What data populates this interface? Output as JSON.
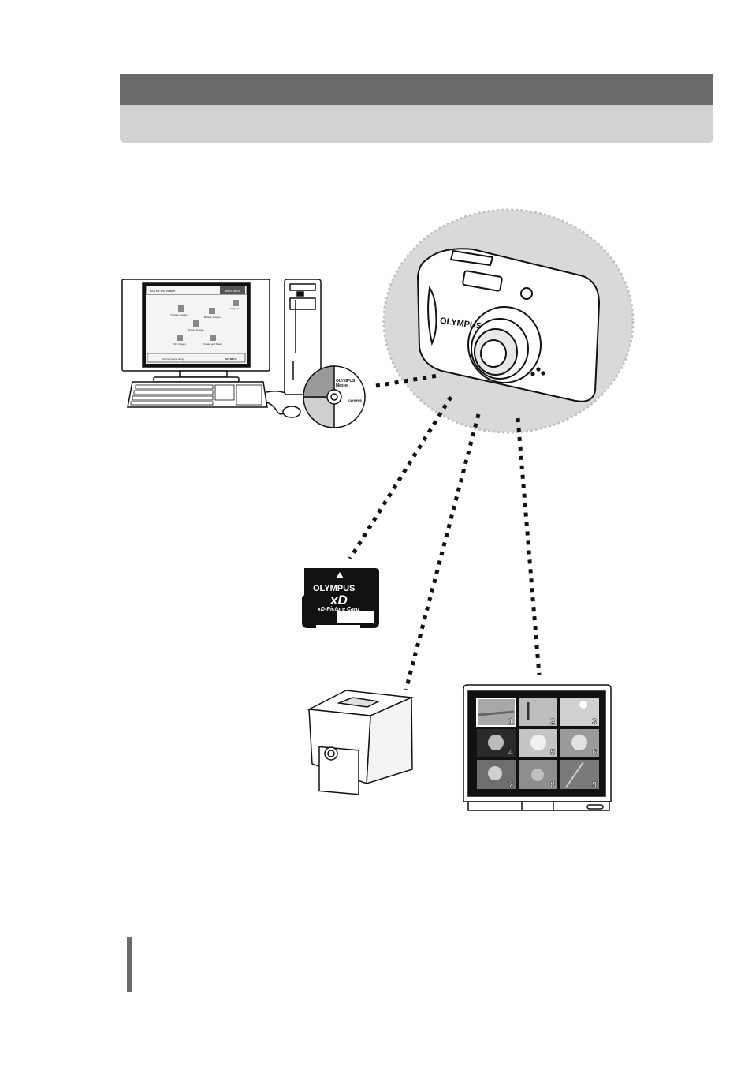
{
  "header": {
    "title": "",
    "subtitle": ""
  },
  "computer": {
    "window_title": "OLYMPUS Master",
    "menu_button": "Main Menu",
    "items": [
      "Transfer Images",
      "Backup Images",
      "Upgrade",
      "Browse Images",
      "Print Images",
      "Create and Share"
    ],
    "status": "Online (cancel shop)",
    "brand": "OLYMPUS"
  },
  "cd": {
    "line1": "OLYMPUS",
    "line2": "Master",
    "brand": "OLYMPUS"
  },
  "camera": {
    "brand": "OLYMPUS"
  },
  "card": {
    "brand": "OLYMPUS",
    "logo": "xD",
    "name": "xD-Picture Card"
  },
  "tv": {
    "thumbnails": [
      "1",
      "2",
      "3",
      "4",
      "5",
      "6",
      "7",
      "8",
      "9"
    ]
  },
  "colors": {
    "header_dark": "#6a6a6a",
    "header_light": "#d2d2d2",
    "camera_halo": "#d9d9d9"
  }
}
